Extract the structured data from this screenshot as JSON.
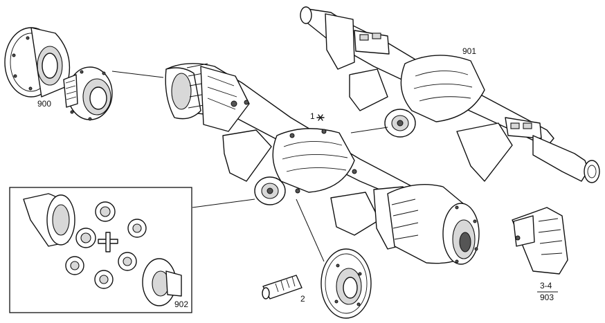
{
  "callouts": {
    "c900": "900",
    "c901": "901",
    "c902": "902",
    "c903": "903",
    "c1": "1",
    "c2": "2",
    "c34": "3-4"
  },
  "icons": {
    "asterisk": "asterisk-icon"
  }
}
